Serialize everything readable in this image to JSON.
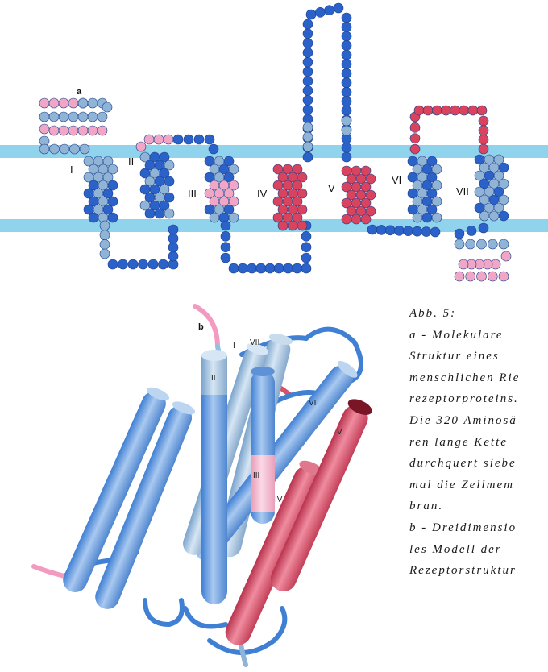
{
  "figure": {
    "panel_a_label": "a",
    "panel_b_label": "b",
    "helix_labels_a": [
      "I",
      "II",
      "III",
      "IV",
      "V",
      "VI",
      "VII"
    ],
    "helix_labels_b": [
      "I",
      "II",
      "III",
      "IV",
      "V",
      "VI",
      "VII"
    ]
  },
  "caption": {
    "lines": [
      "Abb. 5:",
      "a - Molekulare",
      "Struktur eines",
      "menschlichen Rie",
      "rezeptorproteins.",
      "Die 320 Aminosä",
      "ren lange Kette",
      "durchquert siebe",
      "mal die Zellmem",
      "bran.",
      "b - Dreidimensio",
      "les Modell der",
      "Rezeptorstruktur"
    ]
  },
  "colors": {
    "membrane": "#8fd3ec",
    "bead_dark_blue": "#2a62c9",
    "bead_light_blue": "#8fb4d6",
    "bead_pink": "#f2a6c6",
    "bead_red": "#d9435e",
    "cylinder_blue": "#6b9fe0",
    "cylinder_red": "#d9506a"
  }
}
